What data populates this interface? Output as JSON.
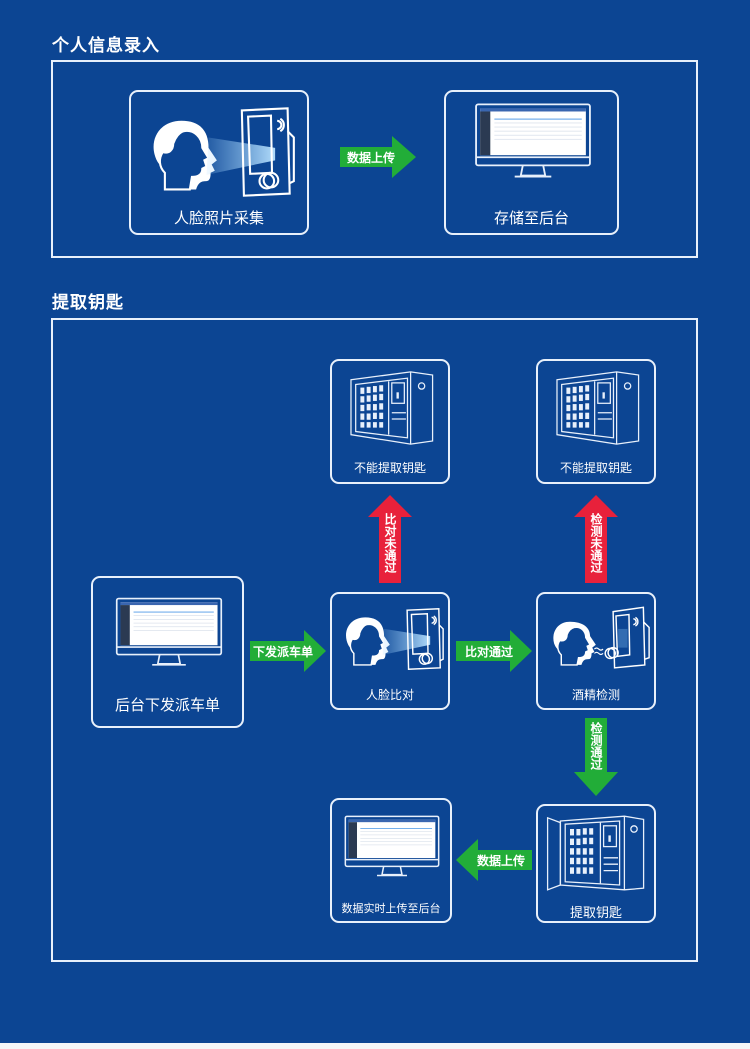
{
  "colors": {
    "background": "#0c4593",
    "line": "#e8f0fb",
    "green_arrow": "#22ad38",
    "red_arrow": "#e8213b"
  },
  "section1": {
    "title": "个人信息录入",
    "cards": [
      {
        "id": "face-capture",
        "label": "人脸照片采集",
        "icon": "face-scan-terminal-icon"
      },
      {
        "id": "store-backend",
        "label": "存储至后台",
        "icon": "monitor-icon"
      }
    ],
    "arrows": [
      {
        "label": "数据上传",
        "direction": "right",
        "color": "green"
      }
    ]
  },
  "section2": {
    "title": "提取钥匙",
    "cards": [
      {
        "id": "backend-dispatch",
        "label": "后台下发派车单",
        "icon": "monitor-icon"
      },
      {
        "id": "face-compare",
        "label": "人脸比对",
        "icon": "face-scan-terminal-icon"
      },
      {
        "id": "alcohol-test",
        "label": "酒精检测",
        "icon": "breathalyzer-terminal-icon"
      },
      {
        "id": "cannot-take-key-1",
        "label": "不能提取钥匙",
        "icon": "key-cabinet-icon"
      },
      {
        "id": "cannot-take-key-2",
        "label": "不能提取钥匙",
        "icon": "key-cabinet-icon"
      },
      {
        "id": "take-key",
        "label": "提取钥匙",
        "icon": "key-cabinet-open-icon"
      },
      {
        "id": "upload-realtime",
        "label": "数据实时上传至后台",
        "icon": "monitor-icon"
      }
    ],
    "arrows": [
      {
        "label": "下发派车单",
        "direction": "right",
        "color": "green"
      },
      {
        "label": "比对通过",
        "direction": "right",
        "color": "green"
      },
      {
        "label": "比对未通过",
        "direction": "up",
        "color": "red"
      },
      {
        "label": "检测未通过",
        "direction": "up",
        "color": "red"
      },
      {
        "label": "检测通过",
        "direction": "down",
        "color": "green"
      },
      {
        "label": "数据上传",
        "direction": "left",
        "color": "green"
      }
    ]
  }
}
